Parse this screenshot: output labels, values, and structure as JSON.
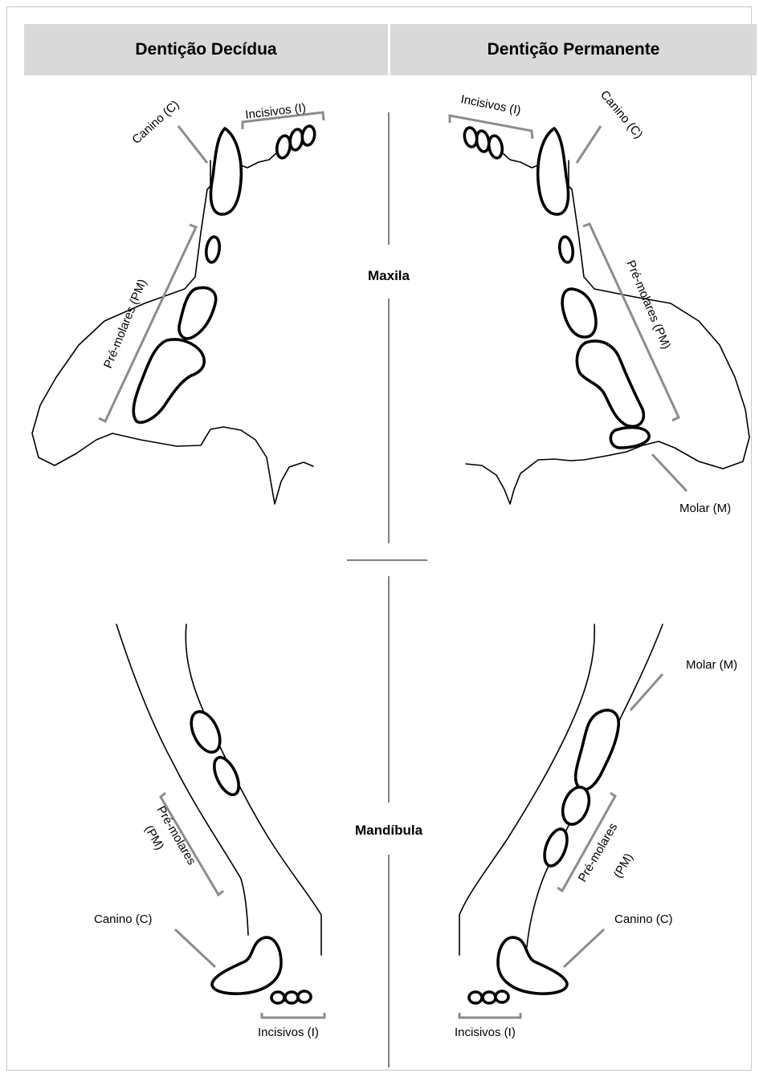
{
  "headers": {
    "left": "Dentição Decídua",
    "right": "Dentição Permanente"
  },
  "sections": {
    "upper": "Maxila",
    "lower": "Mandíbula"
  },
  "labels": {
    "canine": "Canino (C)",
    "incisors": "Incisivos (I)",
    "premolars": "Pré-molares (PM)",
    "premolars_line1": "Pré-molares",
    "premolars_line2": "(PM)",
    "molar": "Molar (M)"
  }
}
